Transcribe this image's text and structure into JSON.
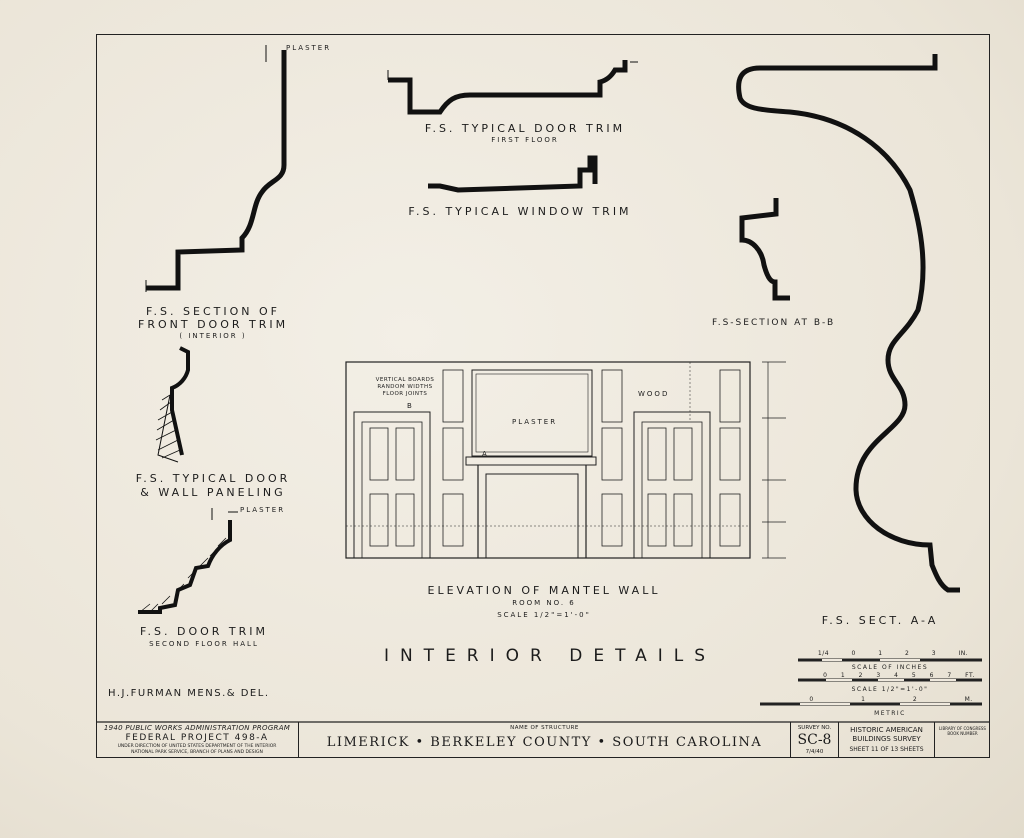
{
  "drawing": {
    "sheet_title": "INTERIOR DETAILS",
    "delineators": "H.J.FURMAN MENS.& DEL.",
    "details": {
      "front_door_trim": {
        "title": "F.S. SECTION OF FRONT DOOR TRIM",
        "line1": "F.S. SECTION OF",
        "line2": "FRONT DOOR TRIM",
        "sub": "( INTERIOR )",
        "note": "PLASTER"
      },
      "typical_door_trim": {
        "title": "F.S. TYPICAL DOOR TRIM",
        "sub": "FIRST FLOOR"
      },
      "typical_window_trim": {
        "title": "F.S. TYPICAL WINDOW TRIM"
      },
      "section_bb": {
        "title": "F.S-SECTION AT B-B"
      },
      "door_wall_paneling": {
        "line1": "F.S. TYPICAL DOOR",
        "line2": "& WALL PANELING"
      },
      "door_trim_second": {
        "title": "F.S. DOOR TRIM",
        "sub": "SECOND FLOOR HALL",
        "note": "PLASTER"
      },
      "section_aa": {
        "title": "F.S. SECT. A-A"
      },
      "mantel_elevation": {
        "title": "ELEVATION OF MANTEL WALL",
        "room": "ROOM NO. 6",
        "scale": "SCALE 1/2\"=1'-0\"",
        "note_boards": "VERTICAL BOARDS RANDOM WIDTHS FLOOR JOINTS",
        "note_plaster": "PLASTER",
        "note_wood": "WOOD",
        "marker_b": "B",
        "marker_a": "A"
      }
    },
    "scales": {
      "inches_label": "SCALE OF INCHES",
      "inches_ticks": [
        "1/4",
        "0",
        "1",
        "2",
        "3 IN."
      ],
      "feet_label": "SCALE 1/2\"=1'-0\"",
      "feet_ticks": [
        "0",
        "1",
        "2",
        "3",
        "4",
        "5",
        "6",
        "7 FT."
      ],
      "metric_label": "METRIC",
      "metric_ticks": [
        "0",
        "1",
        "2 M."
      ]
    }
  },
  "title_block": {
    "program": "1940 PUBLIC WORKS ADMINISTRATION PROGRAM",
    "project": "FEDERAL PROJECT 498-A",
    "direction1": "UNDER DIRECTION OF UNITED STATES DEPARTMENT OF THE INTERIOR",
    "direction2": "NATIONAL PARK SERVICE, BRANCH OF PLANS AND DESIGN",
    "name_label": "NAME OF STRUCTURE",
    "structure": "LIMERICK • BERKELEY COUNTY • SOUTH CAROLINA",
    "survey_label": "SURVEY NO.",
    "survey_no": "SC-8",
    "date": "7/4/40",
    "habs1": "HISTORIC AMERICAN",
    "habs2": "BUILDINGS SURVEY",
    "sheet": "SHEET 11 OF 13 SHEETS",
    "loc1": "LIBRARY OF CONGRESS",
    "loc2": "BOOK NUMBER"
  }
}
